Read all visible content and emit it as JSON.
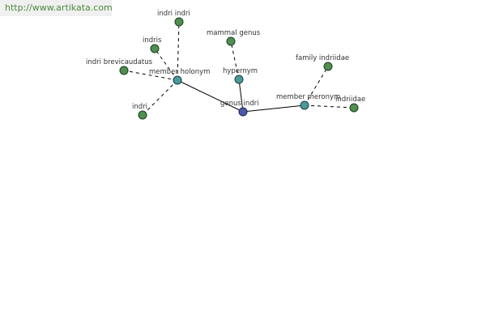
{
  "watermark": "http://www.artikata.com",
  "nodes": [
    {
      "id": "genus-indri",
      "label": "genus indri",
      "kind": "center"
    },
    {
      "id": "member-holonym",
      "label": "member holonym",
      "kind": "relation"
    },
    {
      "id": "hypernym",
      "label": "hypernym",
      "kind": "relation"
    },
    {
      "id": "member-meronym",
      "label": "member meronym",
      "kind": "relation"
    },
    {
      "id": "indri-indri",
      "label": "indri indri",
      "kind": "leaf"
    },
    {
      "id": "indris",
      "label": "indris",
      "kind": "leaf"
    },
    {
      "id": "indri-brevicaudatus",
      "label": "indri brevicaudatus",
      "kind": "leaf"
    },
    {
      "id": "indri",
      "label": "indri",
      "kind": "leaf"
    },
    {
      "id": "mammal-genus",
      "label": "mammal genus",
      "kind": "leaf"
    },
    {
      "id": "family-indriidae",
      "label": "family indriidae",
      "kind": "leaf"
    },
    {
      "id": "indriidae",
      "label": "indriidae",
      "kind": "leaf"
    }
  ],
  "edges": [
    {
      "from": "genus-indri",
      "to": "member-holonym",
      "style": "solid"
    },
    {
      "from": "genus-indri",
      "to": "hypernym",
      "style": "solid"
    },
    {
      "from": "genus-indri",
      "to": "member-meronym",
      "style": "solid"
    },
    {
      "from": "member-holonym",
      "to": "indri-indri",
      "style": "dashed"
    },
    {
      "from": "member-holonym",
      "to": "indris",
      "style": "dashed"
    },
    {
      "from": "member-holonym",
      "to": "indri-brevicaudatus",
      "style": "dashed"
    },
    {
      "from": "member-holonym",
      "to": "indri",
      "style": "dashed"
    },
    {
      "from": "hypernym",
      "to": "mammal-genus",
      "style": "dashed"
    },
    {
      "from": "member-meronym",
      "to": "family-indriidae",
      "style": "dashed"
    },
    {
      "from": "member-meronym",
      "to": "indriidae",
      "style": "dashed"
    }
  ]
}
